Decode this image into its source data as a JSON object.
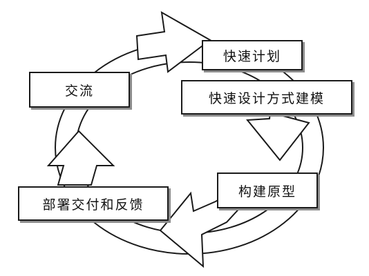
{
  "stages": {
    "communication": "交流",
    "quick_plan": "快速计划",
    "modeling": "快速设计方式建模",
    "prototype": "构建原型",
    "deploy": "部署交付和反馈"
  },
  "colors": {
    "stroke": "#1a1a1a",
    "fill": "#ffffff",
    "shadow": "#8c8c8c"
  }
}
